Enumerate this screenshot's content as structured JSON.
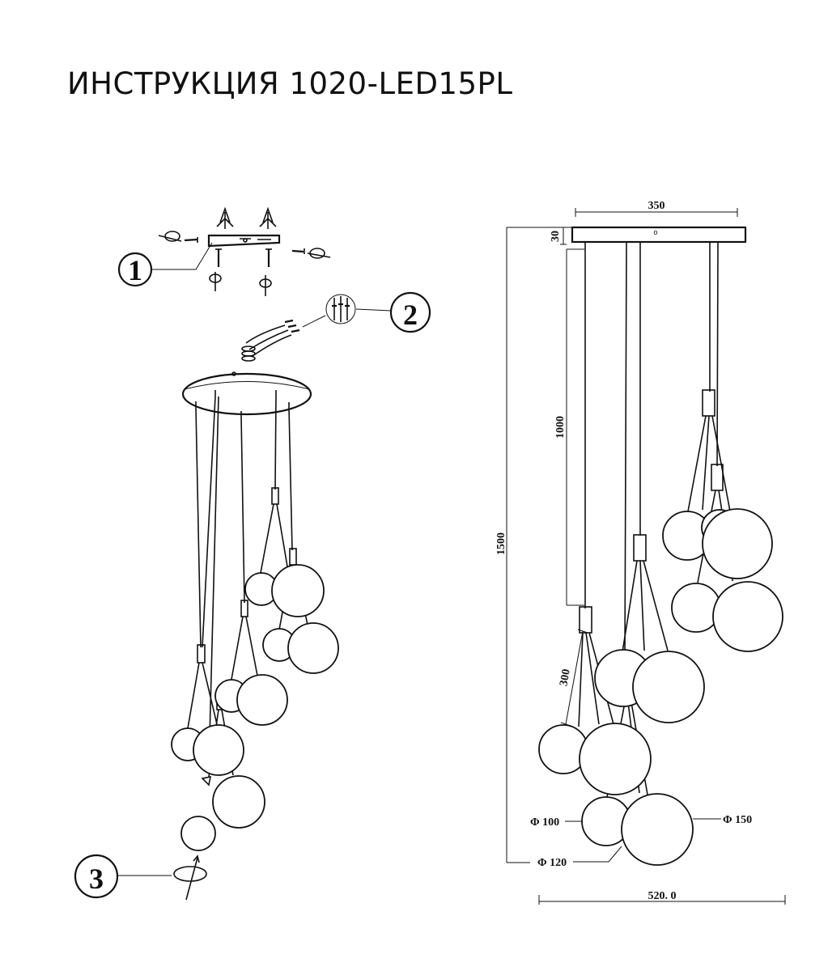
{
  "title": "ИНСТРУКЦИЯ 1020-LED15PL",
  "steps": [
    "1",
    "2",
    "3"
  ],
  "dimensions": {
    "width_top": "350",
    "canopy_height": "30",
    "cable": "1000",
    "total_height": "1500",
    "pendant": "300",
    "total_width": "520. 0",
    "canopy_mark": "o"
  },
  "diameters": {
    "d100": "Φ 100",
    "d150": "Φ 150",
    "d120": "Φ 120"
  }
}
